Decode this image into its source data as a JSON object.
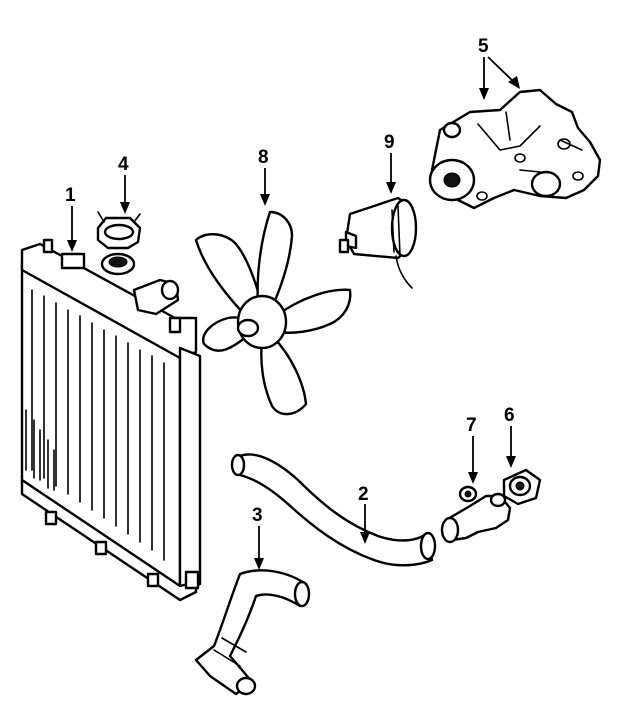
{
  "diagram": {
    "callouts": [
      {
        "id": "1",
        "label": "1",
        "part": "radiator"
      },
      {
        "id": "2",
        "label": "2",
        "part": "upper-hose"
      },
      {
        "id": "3",
        "label": "3",
        "part": "lower-hose"
      },
      {
        "id": "4",
        "label": "4",
        "part": "radiator-cap"
      },
      {
        "id": "5",
        "label": "5",
        "part": "water-pump"
      },
      {
        "id": "6",
        "label": "6",
        "part": "thermostat"
      },
      {
        "id": "7",
        "label": "7",
        "part": "thermostat-housing"
      },
      {
        "id": "8",
        "label": "8",
        "part": "fan-blade"
      },
      {
        "id": "9",
        "label": "9",
        "part": "fan-motor"
      }
    ],
    "colors": {
      "line": "#000000",
      "background": "#ffffff"
    }
  }
}
